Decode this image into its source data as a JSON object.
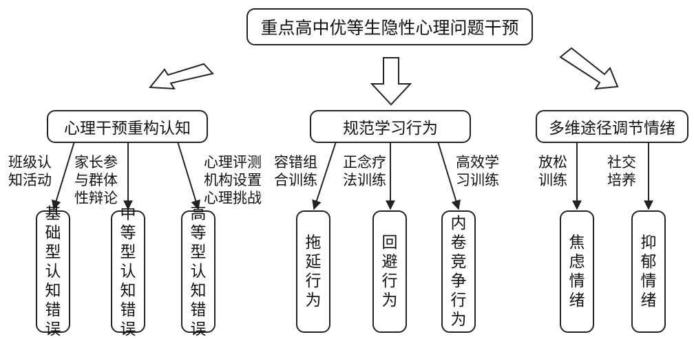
{
  "root": {
    "label": "重点高中优等生隐性心理问题干预"
  },
  "branches": [
    {
      "label": "心理干预重构认知",
      "children": [
        {
          "edge": [
            "班级认",
            "知活动"
          ],
          "label": "基础型认知错误"
        },
        {
          "edge": [
            "家长参",
            "与群体",
            "性辩论"
          ],
          "label": "中等型认知错误"
        },
        {
          "edge": [
            "心理评测",
            "机构设置",
            "心理挑战"
          ],
          "label": "高等型认知错误"
        }
      ]
    },
    {
      "label": "规范学习行为",
      "children": [
        {
          "edge": [
            "容错组",
            "合训练"
          ],
          "label": "拖延行为"
        },
        {
          "edge": [
            "正念疗",
            "法训练"
          ],
          "label": "回避行为"
        },
        {
          "edge": [
            "高效学",
            "习训练"
          ],
          "label": "内卷竞争行为"
        }
      ]
    },
    {
      "label": "多维途径调节情绪",
      "children": [
        {
          "edge": [
            "放松",
            "训练"
          ],
          "label": "焦虑情绪"
        },
        {
          "edge": [
            "社交",
            "培养"
          ],
          "label": "抑郁情绪"
        }
      ]
    }
  ]
}
